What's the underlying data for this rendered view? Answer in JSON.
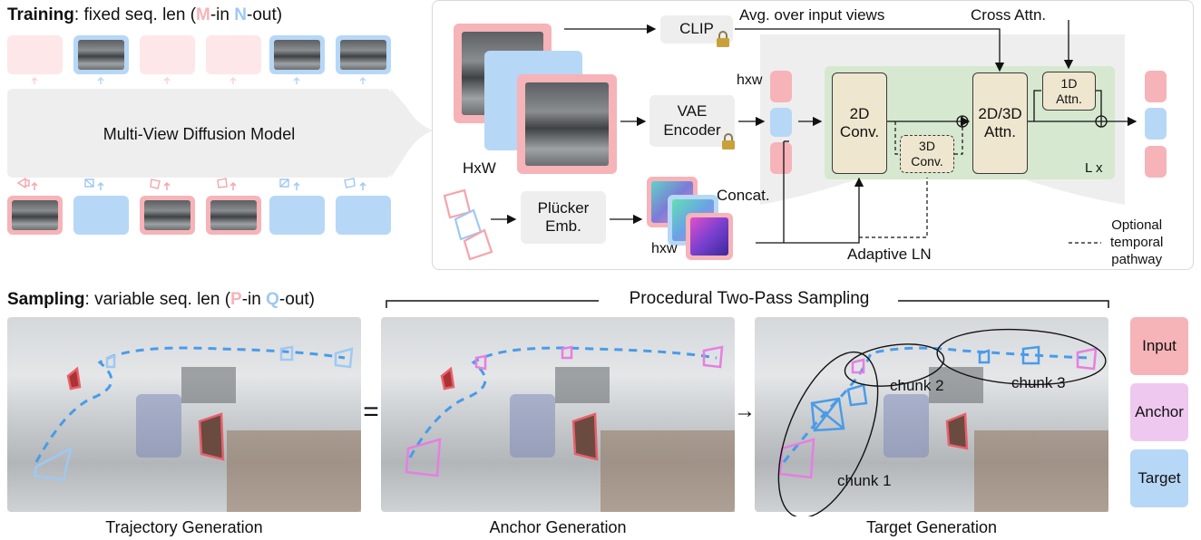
{
  "training": {
    "heading_bold": "Training",
    "heading_rest_1": ": fixed seq. len (",
    "heading_m": "M",
    "heading_rest_2": "-in ",
    "heading_n": "N",
    "heading_rest_3": "-out)",
    "model_label": "Multi-View Diffusion Model"
  },
  "architecture": {
    "input_size_label": "HxW",
    "clip_label": "CLIP",
    "avg_label": "Avg. over input views",
    "cross_attn_label": "Cross Attn.",
    "vae_label_1": "VAE",
    "vae_label_2": "Encoder",
    "latent_size_label_top": "hxw",
    "plucker_label_1": "Plücker",
    "plucker_label_2": "Emb.",
    "concat_label": "Concat.",
    "latent_size_label_bottom": "hxw",
    "conv2d_label_1": "2D",
    "conv2d_label_2": "Conv.",
    "conv3d_label_1": "3D",
    "conv3d_label_2": "Conv.",
    "attn_label_1": "2D/3D",
    "attn_label_2": "Attn.",
    "attn1d_label_1": "1D",
    "attn1d_label_2": "Attn.",
    "repeat_label": "L x",
    "adaptive_ln_label": "Adaptive LN",
    "optional_label_1": "Optional",
    "optional_label_2": "temporal",
    "optional_label_3": "pathway",
    "plus_symbol": "+"
  },
  "sampling": {
    "heading_bold": "Sampling",
    "heading_rest_1": ": variable seq. len (",
    "heading_p": "P",
    "heading_rest_2": "-in ",
    "heading_q": "Q",
    "heading_rest_3": "-out)",
    "procedural_label": "Procedural Two-Pass Sampling",
    "equals_symbol": "=",
    "arrow_symbol": "→",
    "caption_trajectory": "Trajectory Generation",
    "caption_anchor": "Anchor Generation",
    "caption_target": "Target Generation",
    "chunk_1": "chunk 1",
    "chunk_2": "chunk 2",
    "chunk_3": "chunk 3"
  },
  "legend": {
    "input": "Input",
    "anchor": "Anchor",
    "target": "Target"
  },
  "colors": {
    "input": "#f6b3b8",
    "target": "#b7d7f6",
    "anchor": "#eec8ef",
    "block_bg": "#d6e8cf",
    "module_bg": "#efe6cf",
    "gray_box": "#eeeeee"
  }
}
